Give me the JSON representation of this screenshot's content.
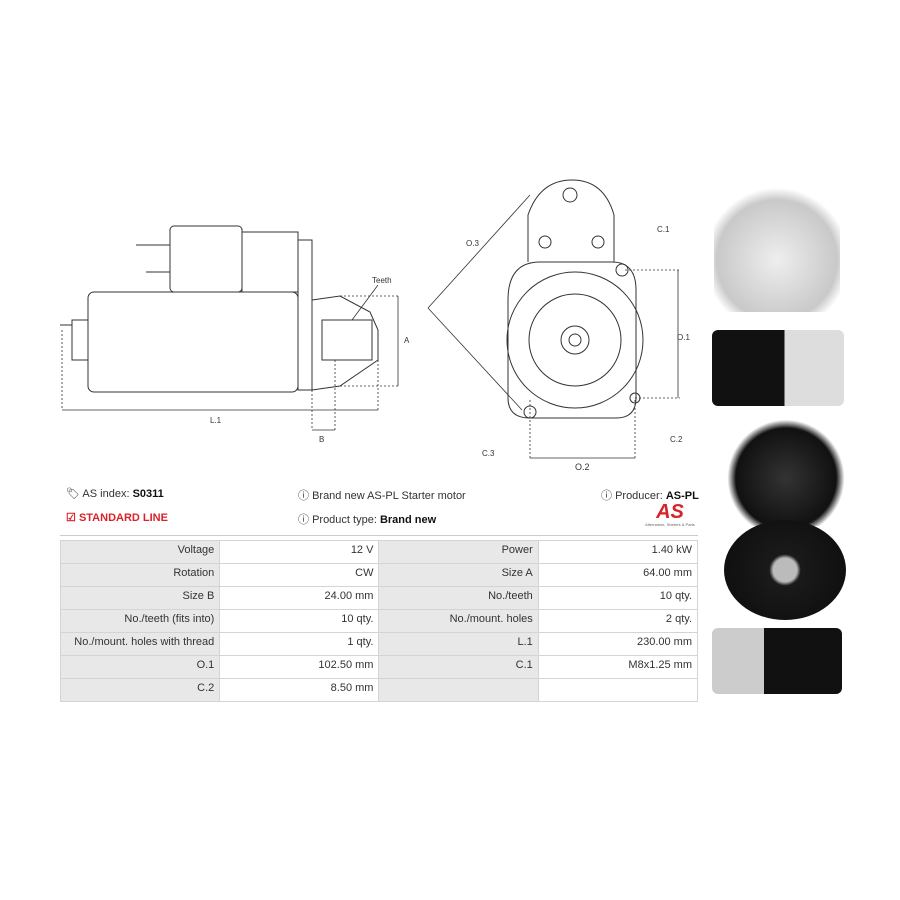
{
  "drawing_labels": {
    "teeth": "Teeth",
    "a": "A",
    "b": "B",
    "l1": "L.1",
    "o1": "O.1",
    "o2": "O.2",
    "o3": "O.3",
    "c1": "C.1",
    "c2": "C.2",
    "c3": "C.3"
  },
  "info": {
    "as_index_label": "AS index:",
    "as_index_value": "S0311",
    "standard_line": "STANDARD LINE",
    "description": "Brand new AS-PL Starter motor",
    "product_type_label": "Product type:",
    "product_type_value": "Brand new",
    "producer_label": "Producer:",
    "producer_value": "AS-PL",
    "logo_text": "AS",
    "logo_tagline": "Alternators, Starters & Parts"
  },
  "specs": [
    [
      {
        "k": "Voltage",
        "v": "12 V"
      },
      {
        "k": "Power",
        "v": "1.40 kW"
      }
    ],
    [
      {
        "k": "Rotation",
        "v": "CW"
      },
      {
        "k": "Size A",
        "v": "64.00 mm"
      }
    ],
    [
      {
        "k": "Size B",
        "v": "24.00 mm"
      },
      {
        "k": "No./teeth",
        "v": "10 qty."
      }
    ],
    [
      {
        "k": "No./teeth (fits into)",
        "v": "10 qty."
      },
      {
        "k": "No./mount. holes",
        "v": "2 qty."
      }
    ],
    [
      {
        "k": "No./mount. holes with thread",
        "v": "1 qty."
      },
      {
        "k": "L.1",
        "v": "230.00 mm"
      }
    ],
    [
      {
        "k": "O.1",
        "v": "102.50 mm"
      },
      {
        "k": "C.1",
        "v": "M8x1.25 mm"
      }
    ],
    [
      {
        "k": "C.2",
        "v": "8.50 mm"
      },
      {
        "k": "",
        "v": ""
      }
    ]
  ],
  "colors": {
    "accent": "#d8232a"
  }
}
